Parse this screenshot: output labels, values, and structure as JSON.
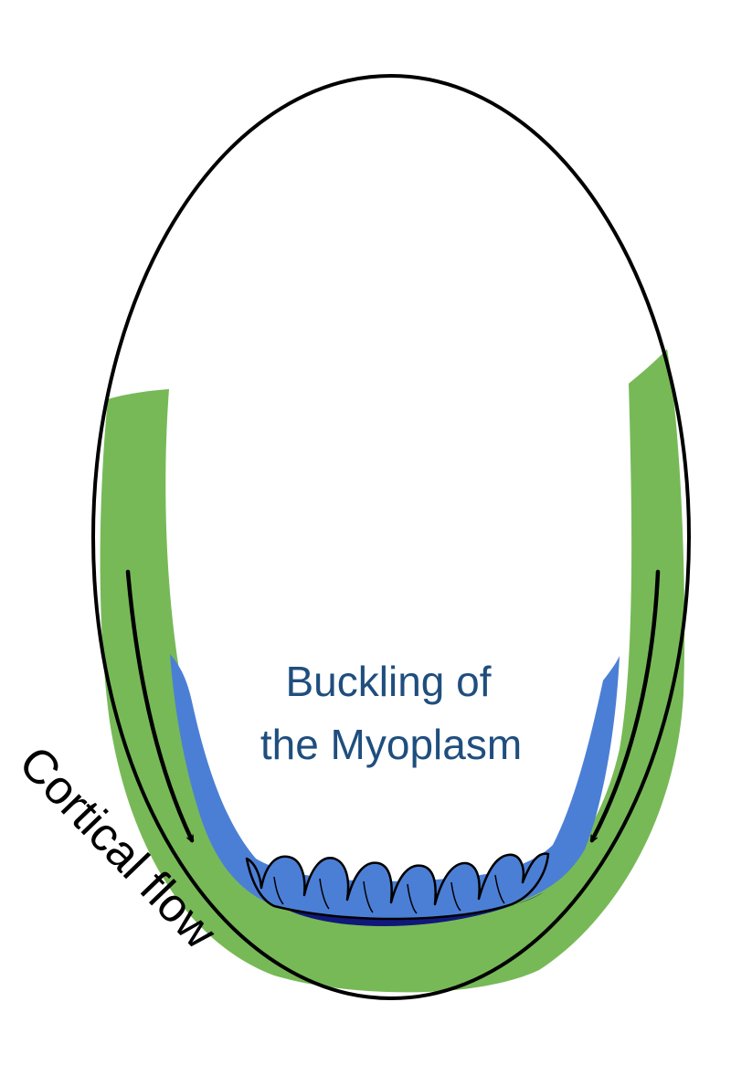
{
  "labels": {
    "buckling_line1": "Buckling of",
    "buckling_line2": "the Myoplasm",
    "cortical_flow": "Cortical flow"
  },
  "colors": {
    "cortex_green": "#77B957",
    "myoplasm_blue": "#4B7FD6",
    "myoplasm_dark": "#10187A",
    "label_blue": "#1F4E7E",
    "outline": "#000000",
    "background": "#FFFFFF"
  },
  "icons": {
    "left_arrow": "arrow-down-curved-icon",
    "right_arrow": "arrow-down-curved-icon"
  }
}
